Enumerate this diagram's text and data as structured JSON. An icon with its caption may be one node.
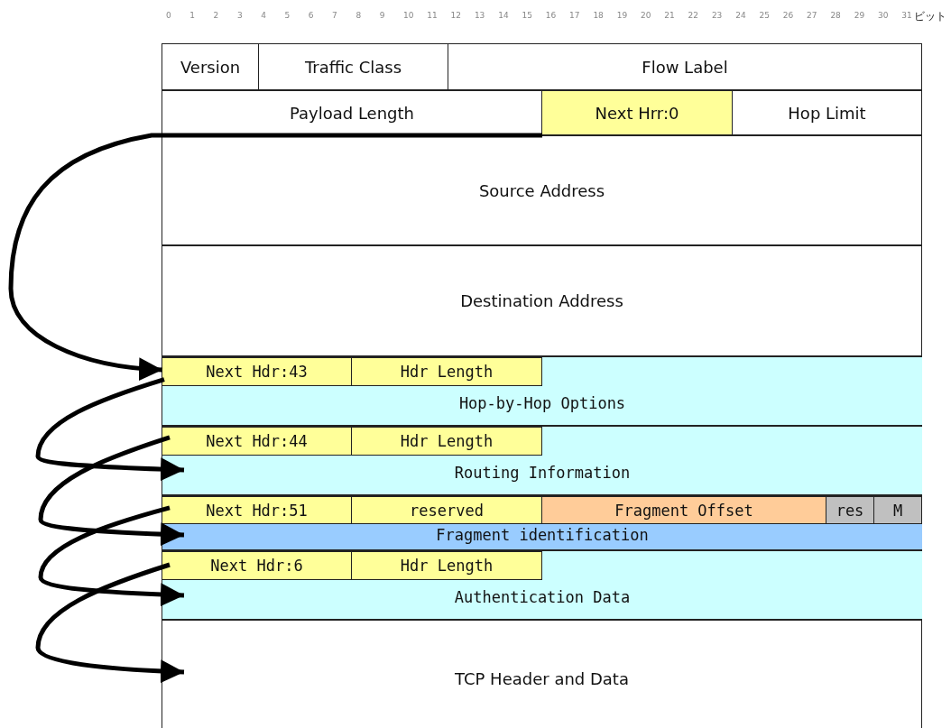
{
  "diagram": {
    "nodes": [
      {
        "text": [
          "Version"
        ]
      },
      {
        "text": [
          "Traffic Class"
        ]
      },
      {
        "text": [
          "Flow Label"
        ]
      },
      {
        "text": [
          "Payload Length"
        ]
      },
      {
        "text": [
          "Next Hrr:0"
        ]
      },
      {
        "text": [
          "Hop Limit"
        ]
      },
      {
        "text": [
          "Source Address"
        ]
      },
      {
        "text": [
          "Destination Address"
        ]
      },
      {
        "text": [
          "Hop-by-Hop Options"
        ]
      },
      {
        "text": [
          "Next Hdr:43"
        ],
        "in": 8
      },
      {
        "text": [
          "Hdr Length"
        ],
        "in": 8
      },
      {
        "text": [
          "Routing Information"
        ]
      },
      {
        "text": [
          "Next Hdr:44"
        ],
        "in": 11
      },
      {
        "text": [
          "Hdr Length"
        ],
        "in": 11
      },
      {
        "text": [
          "Fragment identification"
        ]
      },
      {
        "text": [
          "Next Hdr:51"
        ],
        "in": 14
      },
      {
        "text": [
          "reserved"
        ],
        "in": 14
      },
      {
        "text": [
          "Fragment Offset"
        ],
        "in": 14
      },
      {
        "text": [
          "res"
        ],
        "in": 14
      },
      {
        "text": [
          "M"
        ],
        "in": 14
      },
      {
        "text": [
          "Authentication Data"
        ]
      },
      {
        "text": [
          "Next Hdr:6"
        ],
        "in": 20
      },
      {
        "text": [
          "Hdr Length"
        ],
        "in": 20
      },
      {
        "text": [
          "TCP Header and Data"
        ]
      }
    ],
    "edges": [
      {
        "from": 4,
        "to": 8,
        "arrow": "to"
      },
      {
        "from": 9,
        "to": 11,
        "arrow": "to"
      },
      {
        "from": 12,
        "to": 14,
        "arrow": "to"
      },
      {
        "from": 15,
        "to": 20,
        "arrow": "to"
      },
      {
        "from": 21,
        "to": 23,
        "arrow": "to"
      }
    ],
    "labels": [
      "0",
      "1",
      "2",
      "3",
      "4",
      "5",
      "6",
      "7",
      "8",
      "9",
      "10",
      "11",
      "12",
      "13",
      "14",
      "15",
      "16",
      "17",
      "18",
      "19",
      "20",
      "21",
      "22",
      "23",
      "24",
      "25",
      "26",
      "27",
      "28",
      "29",
      "30",
      "31",
      "ビット"
    ]
  }
}
